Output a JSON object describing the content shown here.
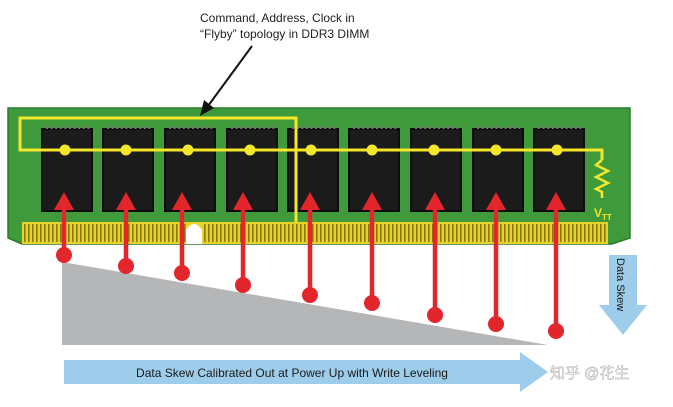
{
  "annotation": {
    "line1": "Command, Address, Clock in",
    "line2": "“Flyby” topology in DDR3 DIMM"
  },
  "vtt": {
    "main": "V",
    "sub": "TT"
  },
  "side_arrow_label": "Data Skew",
  "bottom_arrow_label": "Data Skew Calibrated Out at Power Up with Write Leveling",
  "watermark": "知乎 @花生",
  "colors": {
    "pcb": "#3e9a3a",
    "pcb_edge": "#2c7a2a",
    "chip": "#1b1b1b",
    "flyby": "#f4e62b",
    "arrow_red": "#e3262b",
    "gold": "#e7d32a",
    "skew_gray": "#b5b6b8",
    "arrow_blue": "#9dcdea"
  }
}
